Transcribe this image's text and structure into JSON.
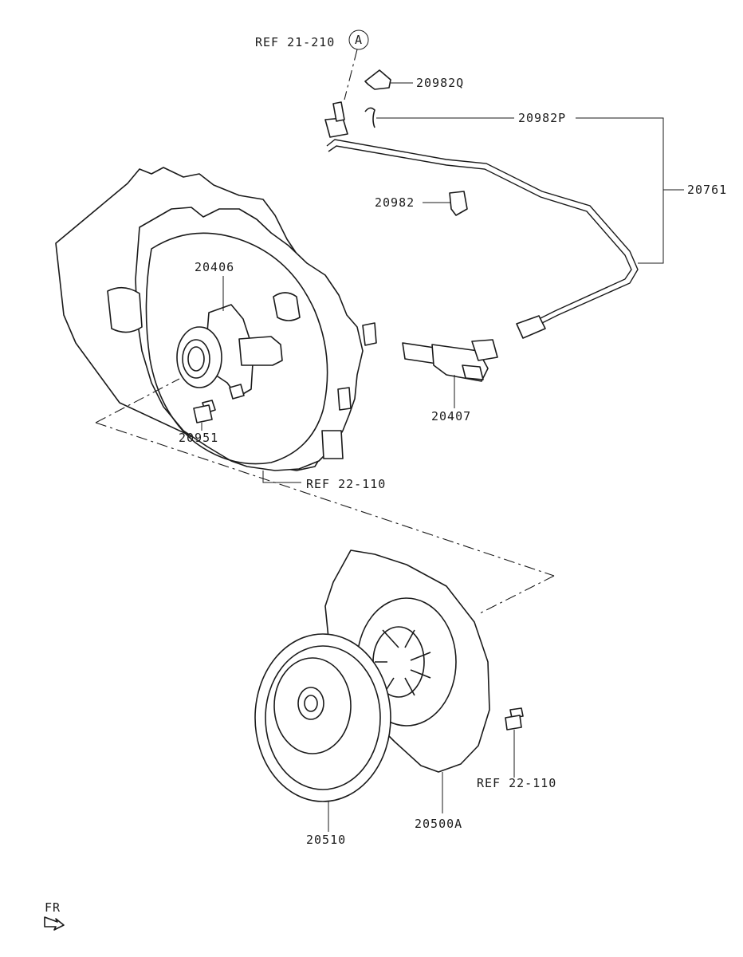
{
  "labels": {
    "ref_21_210": "REF 21-210",
    "circle_a": "A",
    "p20982q": "20982Q",
    "p20982p": "20982P",
    "p20761": "20761",
    "p20982": "20982",
    "p20406": "20406",
    "p20407": "20407",
    "p20951": "20951",
    "ref_22_110_upper": "REF 22-110",
    "ref_22_110_lower": "REF 22-110",
    "p20510": "20510",
    "p20500a": "20500A",
    "fr": "FR"
  },
  "icons": {
    "direction": "arrow-icon"
  }
}
